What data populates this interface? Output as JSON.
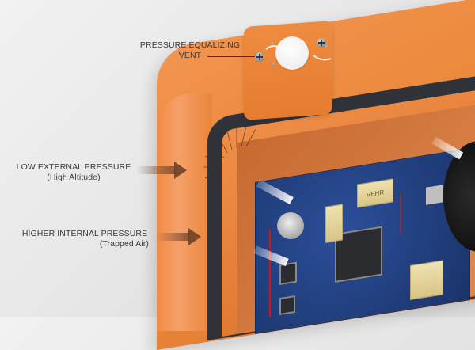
{
  "diagram": {
    "subject": "Orange electronics enclosure with pressure equalizing vent",
    "labels": {
      "vent": {
        "line1": "PRESSURE EQUALIZING",
        "line2": "VENT"
      },
      "external": {
        "line1": "LOW EXTERNAL PRESSURE",
        "line2": "(High Altitude)"
      },
      "internal": {
        "line1": "HIGHER INTERNAL PRESSURE",
        "line2": "(Trapped Air)"
      }
    },
    "components": {
      "relay_marking": "VEHR"
    },
    "colors": {
      "enclosure_orange": "#ec8a3e",
      "gasket_dark": "#2f3238",
      "pcb_blue": "#213e7c",
      "arrow_brown": "#6e4128",
      "background": "#e8e8e8",
      "label_text": "#3a3a3a"
    }
  }
}
